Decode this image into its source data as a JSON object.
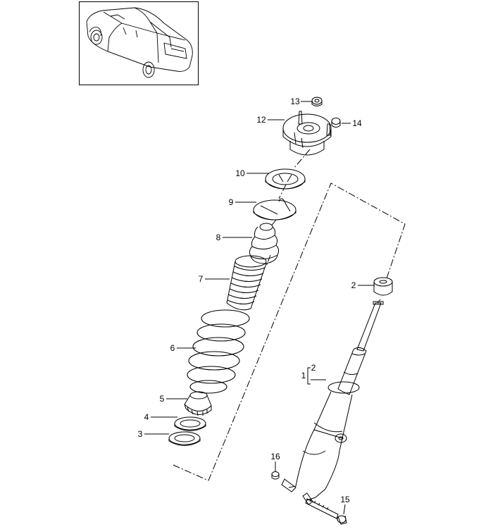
{
  "callouts": [
    {
      "id": "13",
      "text": "13"
    },
    {
      "id": "12",
      "text": "12"
    },
    {
      "id": "14",
      "text": "14"
    },
    {
      "id": "10",
      "text": "10"
    },
    {
      "id": "9",
      "text": "9"
    },
    {
      "id": "8",
      "text": "8"
    },
    {
      "id": "7",
      "text": "7"
    },
    {
      "id": "6",
      "text": "6"
    },
    {
      "id": "5",
      "text": "5"
    },
    {
      "id": "4",
      "text": "4"
    },
    {
      "id": "3",
      "text": "3"
    },
    {
      "id": "2a",
      "text": "2"
    },
    {
      "id": "1",
      "text": "1"
    },
    {
      "id": "2b",
      "text": "2"
    },
    {
      "id": "16",
      "text": "16"
    },
    {
      "id": "15",
      "text": "15"
    }
  ],
  "thumbnail": {
    "icon": "car-outline-icon"
  }
}
